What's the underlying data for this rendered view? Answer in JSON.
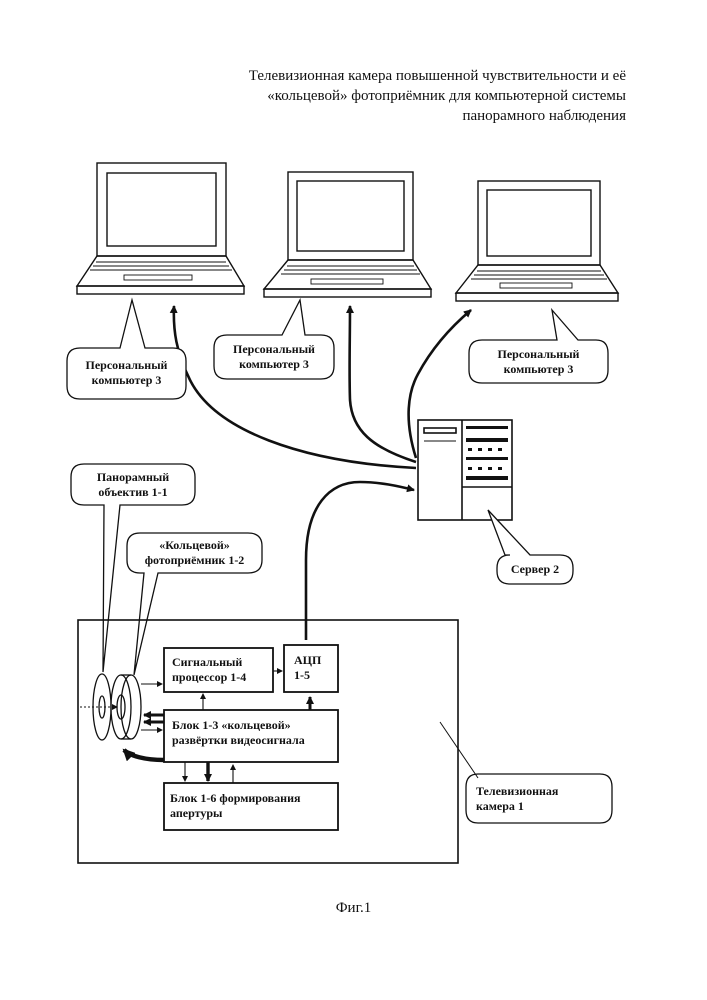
{
  "title": {
    "line1": "Телевизионная камера повышенной чувствительности и её",
    "line2": "«кольцевой» фотоприёмник для компьютерной системы",
    "line3": "панорамного наблюдения"
  },
  "callouts": {
    "pc_left": {
      "line1": "Персональный",
      "line2": "компьютер 3"
    },
    "pc_middle": {
      "line1": "Персональный",
      "line2": "компьютер 3"
    },
    "pc_right": {
      "line1": "Персональный",
      "line2": "компьютер 3"
    },
    "server": {
      "line1": "Сервер 2"
    },
    "lens": {
      "line1": "Панорамный",
      "line2": "объектив  1-1"
    },
    "photodetector": {
      "line1": "«Кольцевой»",
      "line2": "фотоприёмник 1-2"
    },
    "camera": {
      "line1": "Телевизионная",
      "line2": "камера 1"
    }
  },
  "blocks": {
    "signal_processor": {
      "line1": "Сигнальный",
      "line2": "процессор 1-4"
    },
    "adc": {
      "line1": "АЦП",
      "line2": "1-5"
    },
    "scan_block": {
      "line1": "Блок  1-3 «кольцевой»",
      "line2": "развёртки видеосигнала"
    },
    "aperture_block": {
      "line1": "Блок 1-6 формирования",
      "line2": "апертуры"
    }
  },
  "caption": "Фиг.1"
}
